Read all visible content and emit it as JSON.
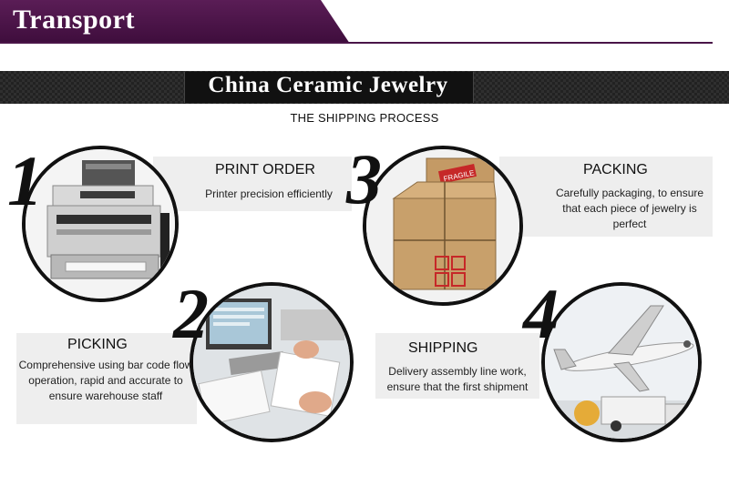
{
  "header": {
    "title": "Transport"
  },
  "banner": {
    "brand": "China Ceramic Jewelry",
    "subtitle": "THE SHIPPING PROCESS"
  },
  "steps": [
    {
      "number": "1",
      "title": "PRINT ORDER",
      "desc": "Printer precision efficiently",
      "icon": "printer-illustration"
    },
    {
      "number": "2",
      "title": "PICKING",
      "desc": "Comprehensive using bar code flow operation, rapid and accurate to ensure warehouse staff",
      "icon": "office-desk-illustration"
    },
    {
      "number": "3",
      "title": "PACKING",
      "desc": "Carefully packaging, to ensure that each piece of jewelry is perfect",
      "icon": "cardboard-box-illustration",
      "label": "FRAGILE"
    },
    {
      "number": "4",
      "title": "SHIPPING",
      "desc": "Delivery assembly line work, ensure that the first shipment",
      "icon": "airplane-truck-illustration"
    }
  ],
  "colors": {
    "header": "#4a1548",
    "banner": "#1a1a1a",
    "panel": "#eeeeee"
  }
}
